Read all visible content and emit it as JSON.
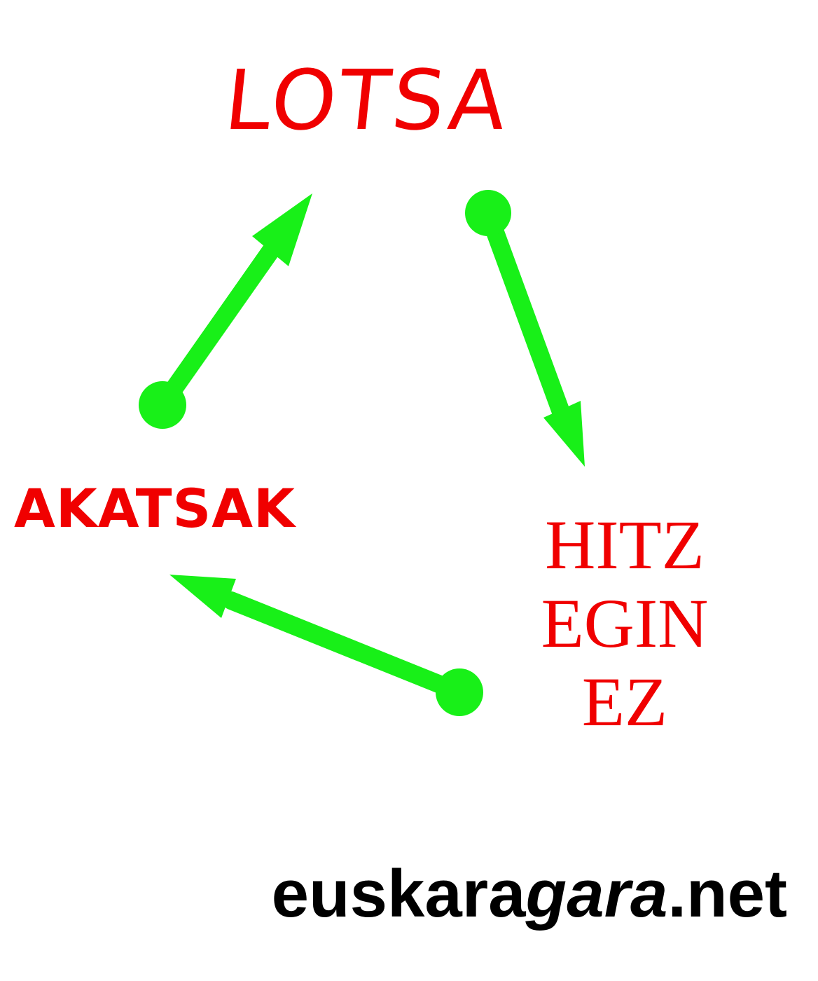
{
  "diagram": {
    "nodes": {
      "top": {
        "label": "LOTSA"
      },
      "left": {
        "label": "AKATSAK"
      },
      "right": {
        "lines": [
          "HITZ",
          "EGIN",
          "EZ"
        ]
      }
    },
    "edges": [
      {
        "from": "left",
        "to": "top"
      },
      {
        "from": "top",
        "to": "right"
      },
      {
        "from": "right",
        "to": "left"
      }
    ],
    "colors": {
      "label": "#f00000",
      "arrow": "#18f018",
      "footer": "#000000"
    }
  },
  "footer": {
    "part1": "euskara",
    "part2": "gara",
    "part3": ".net"
  }
}
